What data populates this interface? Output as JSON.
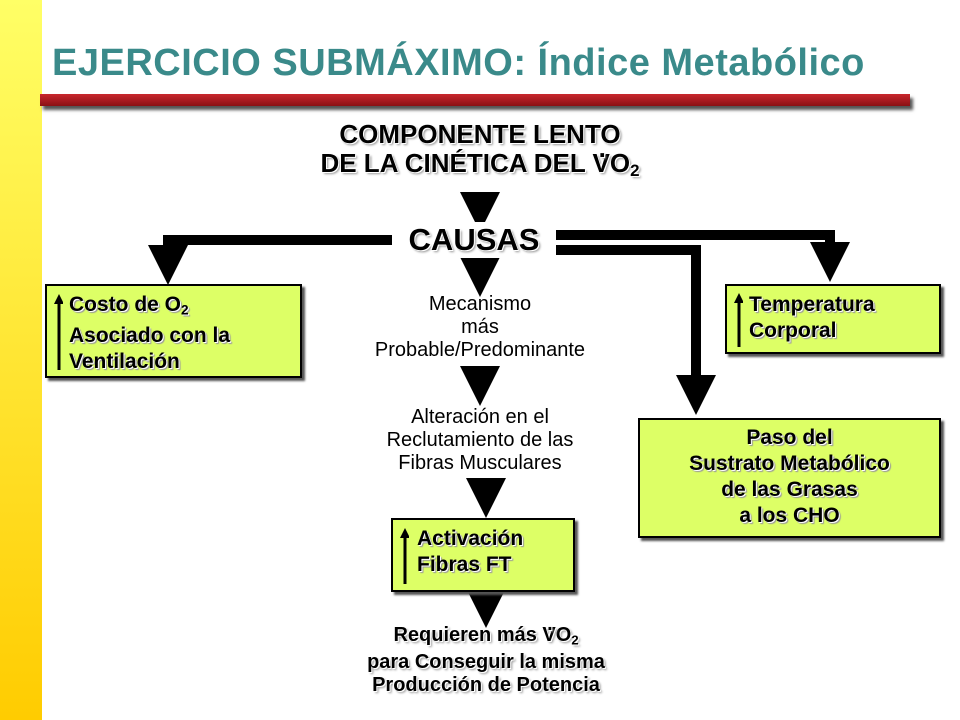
{
  "title": "EJERCICIO SUBMÁXIMO: Índice Metabólico",
  "heading": {
    "line1": "COMPONENTE LENTO",
    "line2_prefix": "DE LA CINÉTICA DEL ",
    "vo_letter": "V",
    "vo_suffix": "O",
    "sub": "2"
  },
  "causas": "CAUSAS",
  "left_box": {
    "line1_prefix": "Costo de O",
    "line1_sub": "2",
    "line2": "Asociado con la",
    "line3": "Ventilación"
  },
  "right_box": {
    "line1": "Temperatura",
    "line2": "Corporal"
  },
  "sustrato_box": {
    "line1": "Paso del",
    "line2": "Sustrato Metabólico",
    "line3": "de las Grasas",
    "line4": "a los CHO"
  },
  "mecanismo": {
    "line1": "Mecanismo",
    "line2": "más",
    "line3": "Probable/Predominante"
  },
  "alteracion": {
    "line1": "Alteración en el",
    "line2": "Reclutamiento de las",
    "line3": "Fibras Musculares"
  },
  "activacion_box": {
    "line1": "Activación",
    "line2": "Fibras FT"
  },
  "requieren": {
    "line1_prefix": "Requieren más ",
    "vo_letter": "V",
    "vo_suffix": "O",
    "sub": "2",
    "line2": "para Conseguir la misma",
    "line3": "Producción de Potencia"
  },
  "colors": {
    "title": "#3a8a8a",
    "rule": "#c9272d",
    "box_fill": "#ddff66",
    "left_bar": "#ffdd22"
  }
}
